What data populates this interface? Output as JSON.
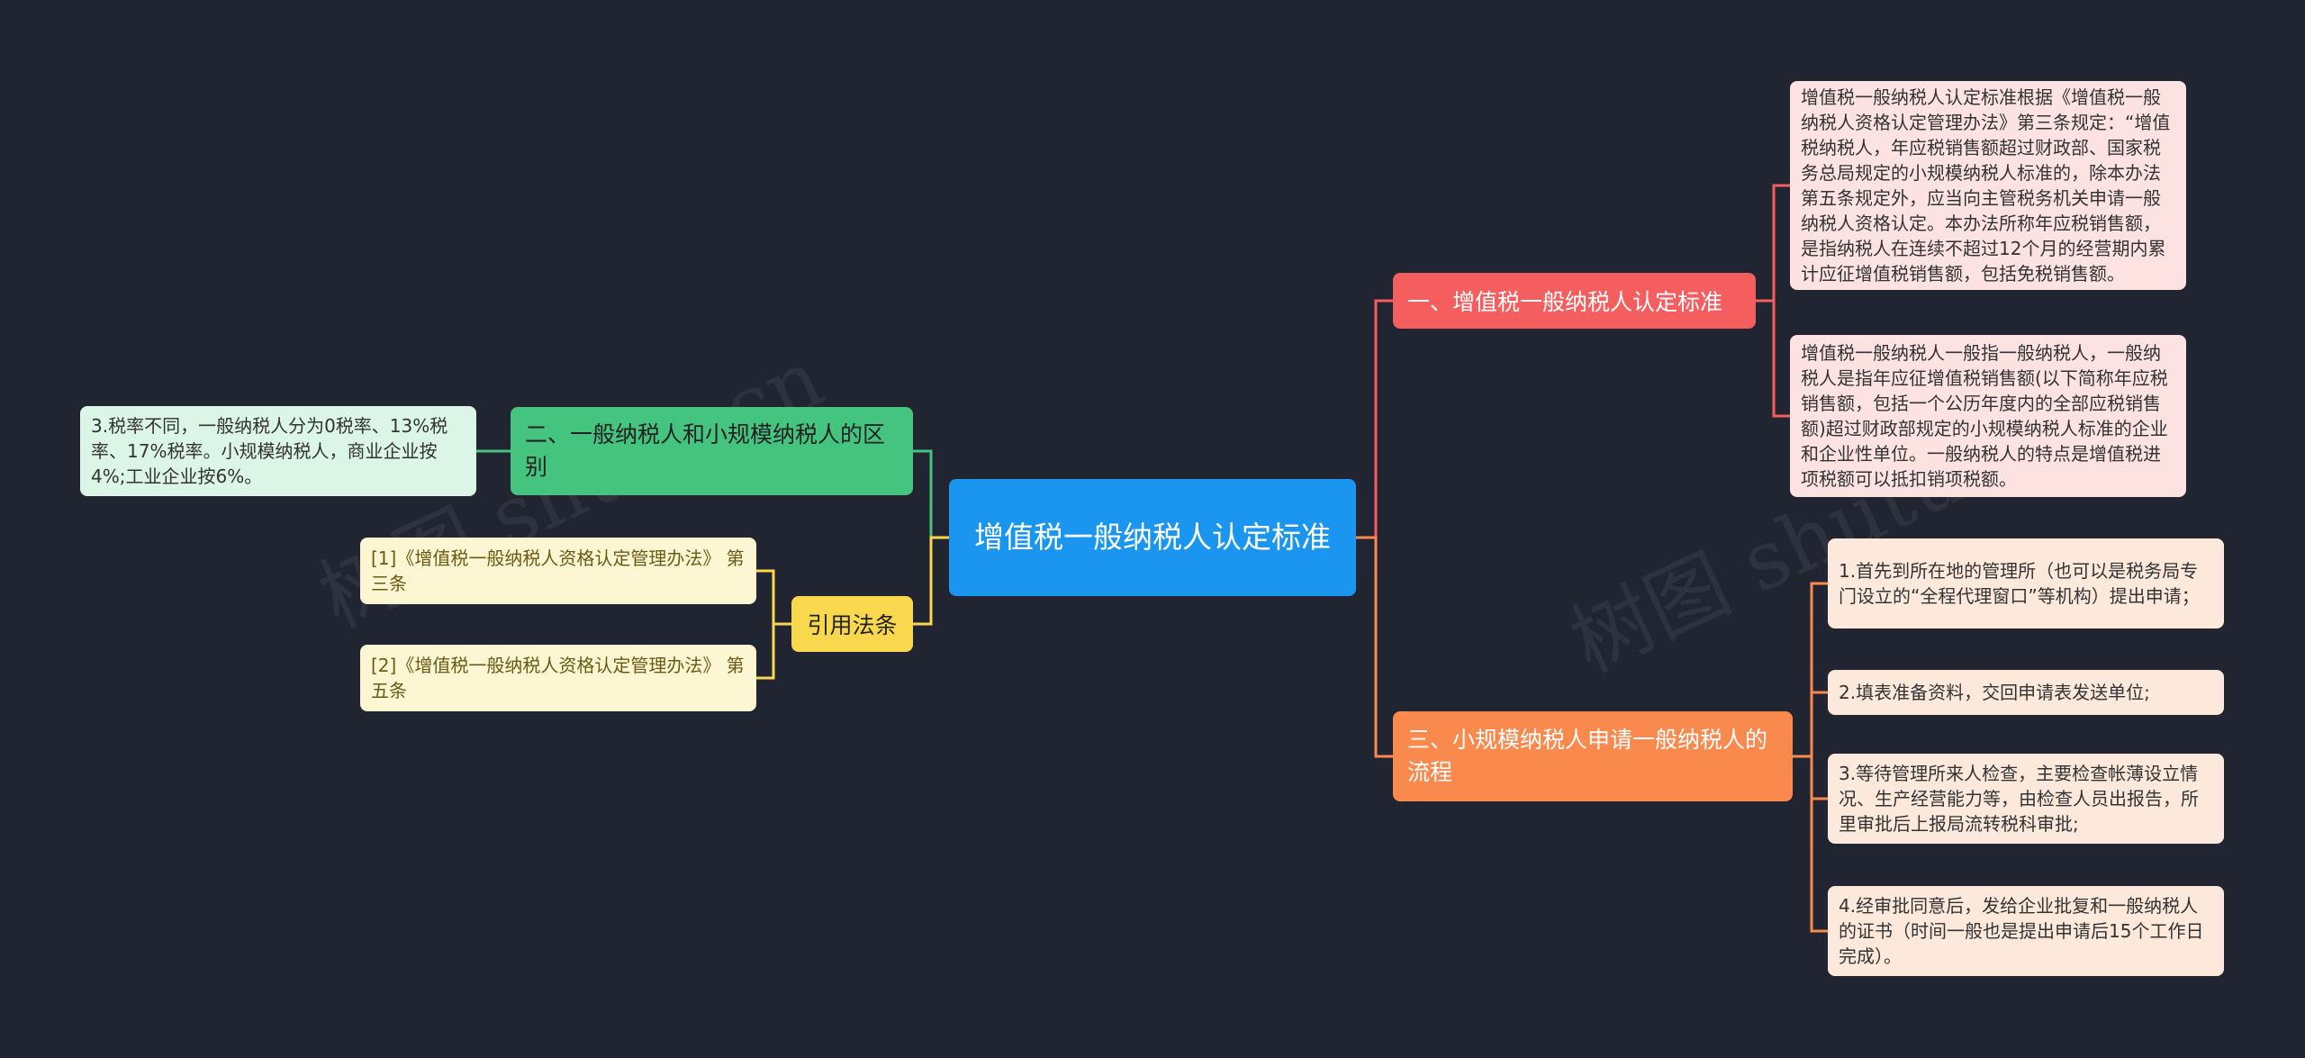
{
  "root": {
    "label": "增值税一般纳税人认定标准"
  },
  "branches": {
    "b1": {
      "label": "一、增值税一般纳税人认定标准",
      "leaves": [
        "增值税一般纳税人认定标准根据《增值税一般纳税人资格认定管理办法》第三条规定：“增值税纳税人，年应税销售额超过财政部、国家税务总局规定的小规模纳税人标准的，除本办法第五条规定外，应当向主管税务机关申请一般纳税人资格认定。本办法所称年应税销售额，是指纳税人在连续不超过12个月的经营期内累计应征增值税销售额，包括免税销售额。",
        "增值税一般纳税人一般指一般纳税人，一般纳税人是指年应征增值税销售额(以下简称年应税销售额，包括一个公历年度内的全部应税销售额)超过财政部规定的小规模纳税人标准的企业和企业性单位。一般纳税人的特点是增值税进项税额可以抵扣销项税额。"
      ]
    },
    "b3": {
      "label": "三、小规模纳税人申请一般纳税人的流程",
      "leaves": [
        "1.首先到所在地的管理所（也可以是税务局专门设立的“全程代理窗口”等机构）提出申请；",
        "2.填表准备资料，交回申请表发送单位;",
        "3.等待管理所来人检查，主要检查帐薄设立情况、生产经营能力等，由检查人员出报告，所里审批后上报局流转税科审批;",
        "4.经审批同意后，发给企业批复和一般纳税人的证书（时间一般也是提出申请后15个工作日完成）。"
      ]
    },
    "b2": {
      "label": "二、一般纳税人和小规模纳税人的区别",
      "leaves": [
        "3.税率不同，一般纳税人分为0税率、13%税率、17%税率。小规模纳税人，商业企业按4%;工业企业按6%。"
      ]
    },
    "bref": {
      "label": "引用法条",
      "leaves": [
        "[1]《增值税一般纳税人资格认定管理办法》 第三条",
        "[2]《增值税一般纳税人资格认定管理办法》 第五条"
      ]
    }
  },
  "watermarks": [
    "树图 shutu.cn",
    "树图 shutu.cn"
  ],
  "colors": {
    "background": "#212532",
    "root": "#1a96f0",
    "branch1": "#f55e5f",
    "branch3": "#f9894d",
    "branch2": "#45c480",
    "branch_ref": "#fad84e"
  }
}
